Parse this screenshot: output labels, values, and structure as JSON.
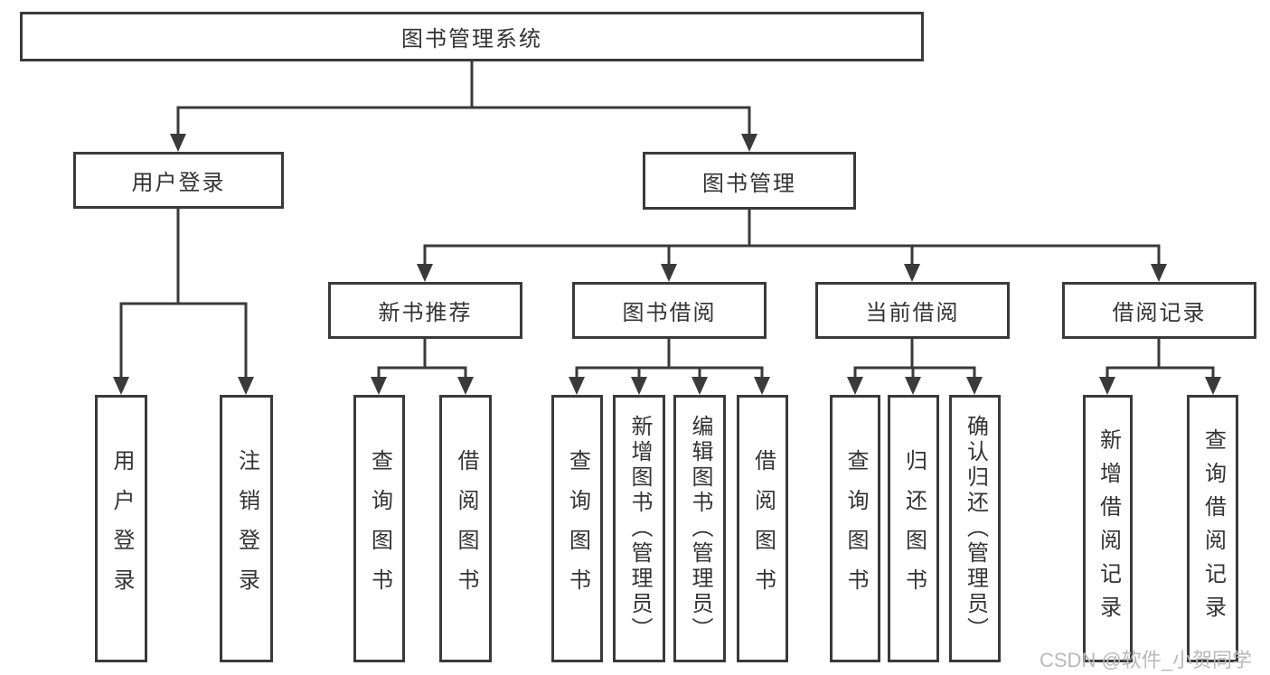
{
  "diagram": {
    "title_node": {
      "label": "图书管理系统"
    },
    "level2": [
      {
        "label": "用户登录"
      },
      {
        "label": "图书管理"
      }
    ],
    "level3": [
      {
        "label": "新书推荐"
      },
      {
        "label": "图书借阅"
      },
      {
        "label": "当前借阅"
      },
      {
        "label": "借阅记录"
      }
    ],
    "leaves": {
      "user_login": [
        "用户登录",
        "注销登录"
      ],
      "new_book_recommend": [
        "查询图书",
        "借阅图书"
      ],
      "book_borrowing": [
        "查询图书",
        "新增图书（管理员）",
        "编辑图书（管理员）",
        "借阅图书"
      ],
      "current_borrowing": [
        "查询图书",
        "归还图书",
        "确认归还（管理员）"
      ],
      "borrowing_records": [
        "新增借阅记录",
        "查询借阅记录"
      ]
    }
  },
  "watermark": "CSDN @软件_小贺同学",
  "colors": {
    "line": "#3a3a3a",
    "text": "#333333",
    "watermark": "#b9b9b9",
    "background": "#ffffff"
  }
}
